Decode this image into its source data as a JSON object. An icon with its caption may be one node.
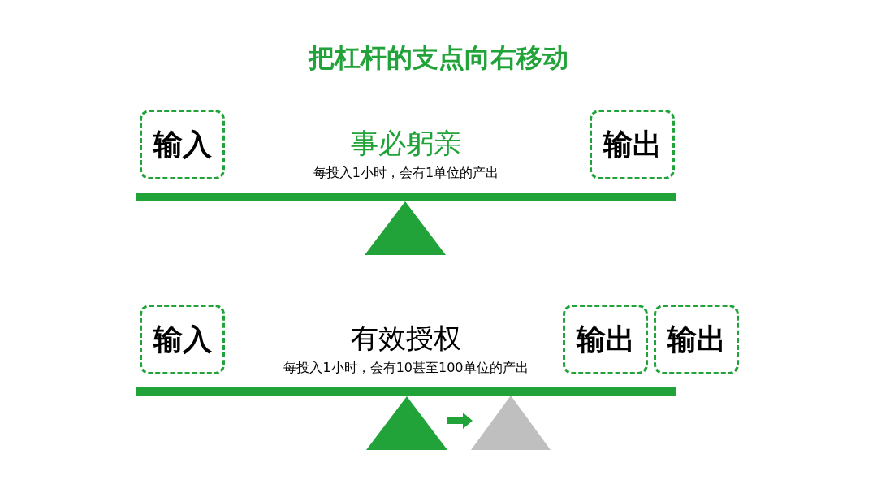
{
  "diagram": {
    "title": "把杠杆的支点向右移动",
    "nodes": [
      {
        "text": [
          "输入"
        ]
      },
      {
        "text": [
          "输出"
        ]
      },
      {
        "text": [],
        "shape": "triangle"
      },
      {
        "text": [
          "输入"
        ]
      },
      {
        "text": [
          "输出"
        ]
      },
      {
        "text": [
          "输出"
        ]
      },
      {
        "text": [],
        "shape": "triangle"
      },
      {
        "text": [],
        "shape": "triangle"
      }
    ],
    "edges": [
      {
        "from": 6,
        "to": 7,
        "arrow": "to"
      }
    ],
    "labels": [
      "事必躬亲",
      "每投入1小时，会有1单位的产出",
      "有效授权",
      "每投入1小时，会有10甚至100单位的产出"
    ]
  }
}
